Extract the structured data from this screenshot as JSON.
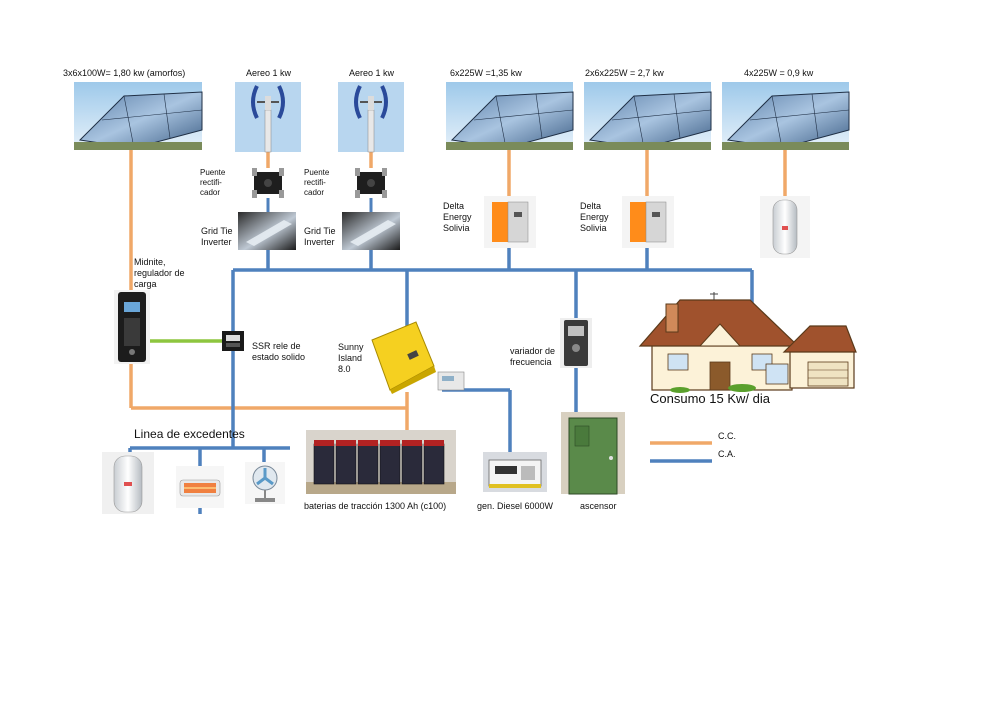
{
  "colors": {
    "dc_line": "#f0a868",
    "ac_line": "#4f81bd",
    "signal_line": "#8dc63f",
    "roof": "#a0522d",
    "wall": "#fcf2d8",
    "inverter_yellow": "#f5d020",
    "inverter_orange": "#ff8c1a",
    "battery_red": "#b22222",
    "door_green": "#5a8a4a",
    "sky_blue": "#cfe3f4"
  },
  "generators": {
    "pv_amorfos": "3x6x100W= 1,80 kw (amorfos)",
    "wind_1": "Aereo 1 kw",
    "wind_2": "Aereo 1 kw",
    "pv_2": "6x225W =1,35 kw",
    "pv_3": "2x6x225W = 2,7 kw",
    "pv_4": "4x225W = 0,9 kw"
  },
  "components": {
    "rectifier_1": [
      "Puente",
      "rectifi-",
      "cador"
    ],
    "rectifier_2": [
      "Puente",
      "rectifi-",
      "cador"
    ],
    "gridtie_1": [
      "Grid Tie",
      "Inverter"
    ],
    "gridtie_2": [
      "Grid Tie",
      "Inverter"
    ],
    "delta_1": [
      "Delta",
      "Energy",
      "Solivia"
    ],
    "delta_2": [
      "Delta",
      "Energy",
      "Solivia"
    ],
    "midnite": [
      "Midnite,",
      "regulador de",
      "carga"
    ],
    "ssr": [
      "SSR rele de",
      "estado solido"
    ],
    "sunny_island": [
      "Sunny",
      "Island",
      "8.0"
    ],
    "vfd": [
      "variador de",
      "frecuencia"
    ],
    "consumption": "Consumo 15 Kw/ dia",
    "excess_line": "Linea de excedentes",
    "batteries": "baterias de tracción 1300 Ah (c100)",
    "diesel": "gen. Diesel 6000W",
    "elevator": "ascensor"
  },
  "legend": {
    "dc": "C.C.",
    "ac": "C.A."
  },
  "icons": [
    "solar-panel-icon",
    "wind-turbine-icon",
    "rectifier-bridge-icon",
    "grid-tie-inverter-icon",
    "delta-inverter-icon",
    "water-heater-icon",
    "charge-controller-icon",
    "ssr-relay-icon",
    "sunny-island-inverter-icon",
    "battery-bank-icon",
    "diesel-generator-icon",
    "frequency-drive-icon",
    "elevator-door-icon",
    "house-icon",
    "heater-icon",
    "fan-icon"
  ]
}
